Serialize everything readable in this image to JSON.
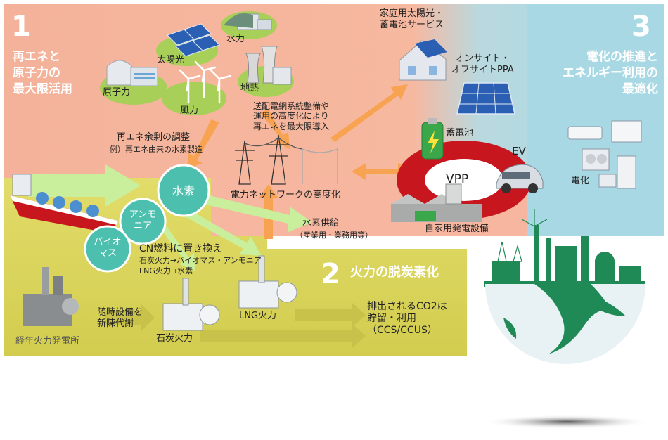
{
  "sections": {
    "s1": {
      "number": "1",
      "title_lines": [
        "再エネと",
        "原子力の",
        "最大限活用"
      ],
      "color": "#f4b79f"
    },
    "s2": {
      "number": "2",
      "title": "火力の脱炭素化",
      "color": "#d9d45a"
    },
    "s3": {
      "number": "3",
      "title_lines": [
        "電化の推進と",
        "エネルギー利用の",
        "最適化"
      ],
      "color": "#a9d9e3"
    }
  },
  "plants": {
    "nuclear": "原子力",
    "solar": "太陽光",
    "hydro": "水力",
    "geothermal": "地熱",
    "wind": "風力"
  },
  "notes": {
    "renewable_surplus": "再エネ余剰の調整",
    "renewable_surplus_sub": "例）再エネ由来の水素製造",
    "grid_lines": [
      "送配電網系統整備や",
      "運用の高度化により",
      "再エネを最大限導入"
    ],
    "network": "電力ネットワークの高度化",
    "home_solar_lines": [
      "家庭用太陽光・",
      "蓄電池サービス"
    ],
    "ppa_lines": [
      "オンサイト・",
      "オフサイトPPA"
    ],
    "battery": "蓄電池",
    "ev": "EV",
    "vpp": "VPP",
    "electrification": "電化",
    "private_gen": "自家用発電設備",
    "h2_supply": "水素供給",
    "h2_supply_sub": "（産業用・業務用等）",
    "cn_fuel": "CN燃料に置き換え",
    "cn_fuel_sub1": "石炭火力→バイオマス・アンモニア",
    "cn_fuel_sub2": "LNG火力→水素",
    "aging_plant": "経年火力発電所",
    "replacement_lines": [
      "随時設備を",
      "新陳代謝"
    ],
    "coal": "石炭火力",
    "lng": "LNG火力",
    "co2_lines": [
      "排出されるCO2は",
      "貯留・利用",
      "（CCS/CCUS）"
    ]
  },
  "bubbles": {
    "hydrogen": "水素",
    "ammonia_lines": [
      "アンモ",
      "ニア"
    ],
    "biomass_lines": [
      "バイオ",
      "マス"
    ]
  },
  "colors": {
    "teal": "#4dbfae",
    "orange_arrow": "#f7a352",
    "green_arrow": "#c9ef9c",
    "olive_arrow": "#c8c24a",
    "ring": "#c8161e",
    "earth_green": "#1f8a55",
    "earth_ocean": "#e8f1f3"
  }
}
